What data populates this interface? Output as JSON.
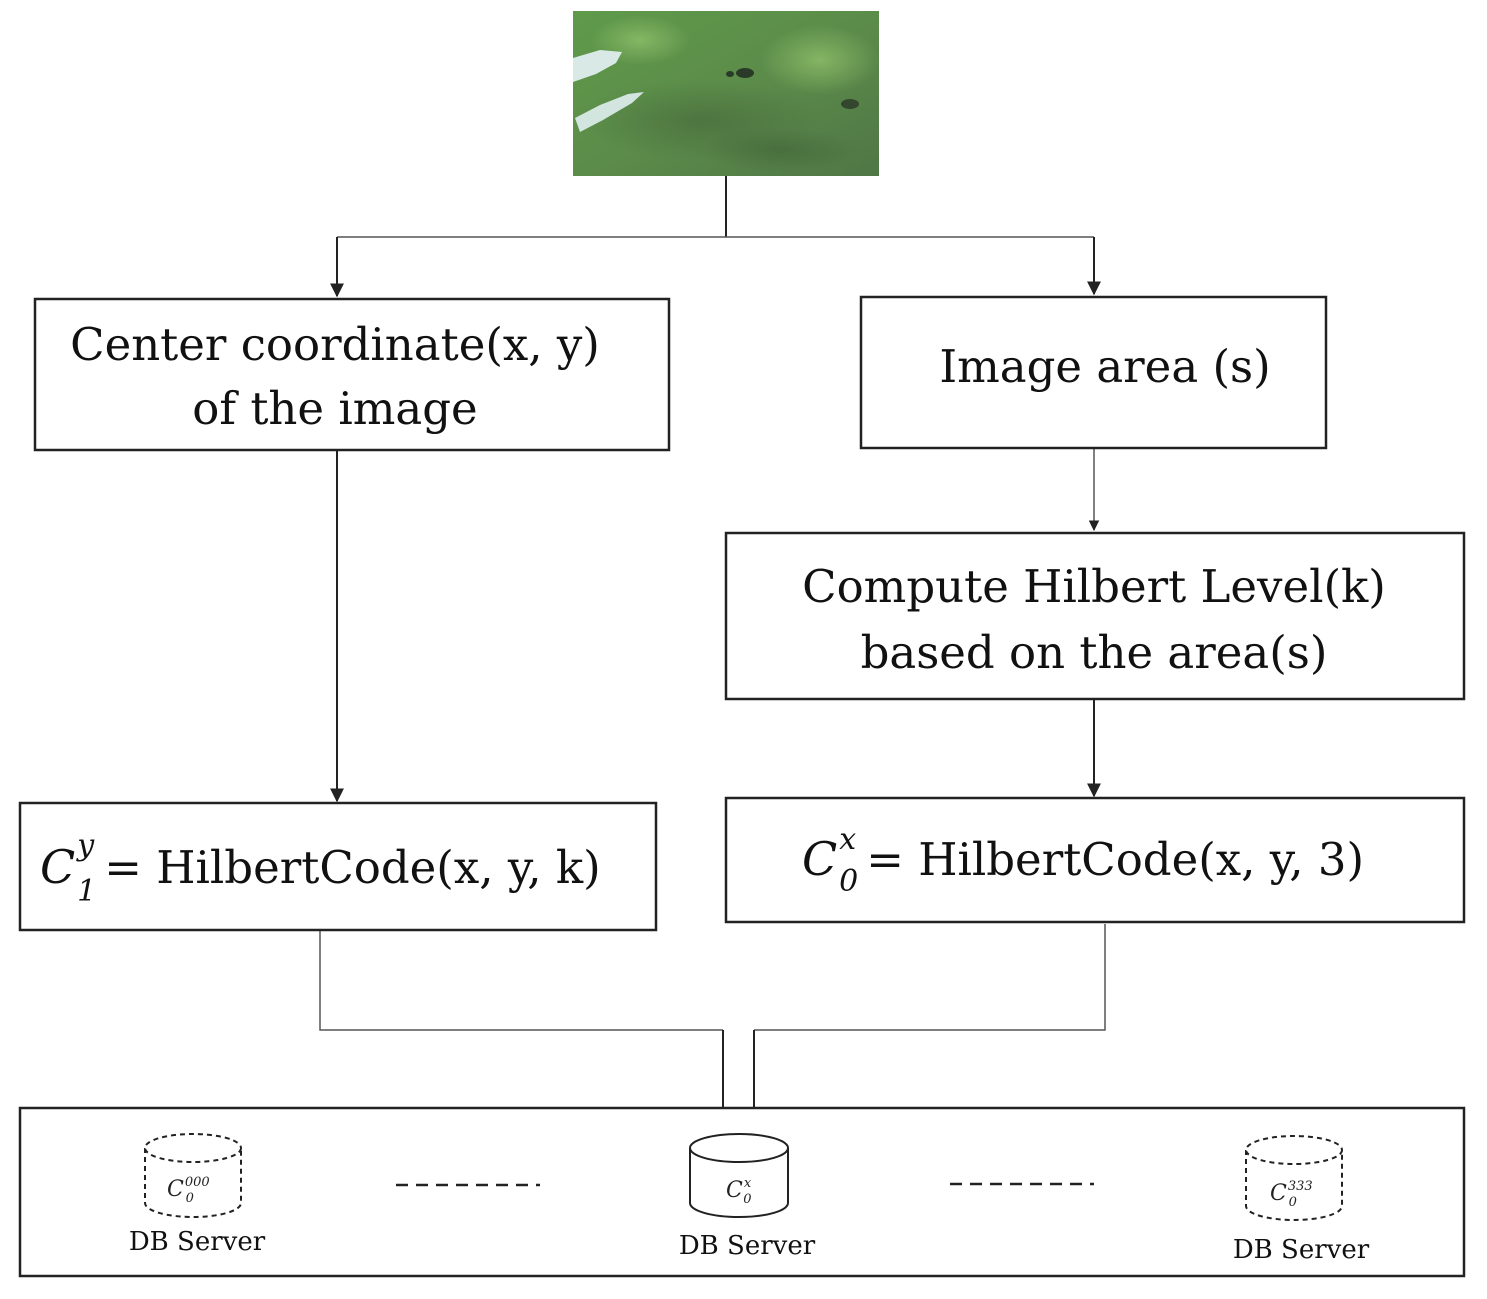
{
  "image_node": {
    "colors": {
      "base": "#5a8a48",
      "light": "#77a75c",
      "dark": "#3e5f36",
      "snow": "#dfeeee"
    }
  },
  "boxes": {
    "center_coordinate": {
      "line1": "Center coordinate(x, y)",
      "line2": "of the image"
    },
    "image_area": {
      "text": "Image area (s)"
    },
    "compute_level": {
      "line1": "Compute Hilbert Level(k)",
      "line2": "based on the area(s)"
    },
    "code_left": {
      "base": "C",
      "sub": "1",
      "sup": "y",
      "expr": "= HilbertCode(x, y, k)"
    },
    "code_right": {
      "base": "C",
      "sub": "0",
      "sup": "x",
      "expr": "= HilbertCode(x, y, 3)"
    }
  },
  "servers": [
    {
      "base": "C",
      "sub": "0",
      "sup": "000",
      "label": "DB Server",
      "style": "dashed"
    },
    {
      "base": "C",
      "sub": "0",
      "sup": "x",
      "label": "DB Server",
      "style": "solid"
    },
    {
      "base": "C",
      "sub": "0",
      "sup": "333",
      "label": "DB Server",
      "style": "dashed"
    }
  ]
}
